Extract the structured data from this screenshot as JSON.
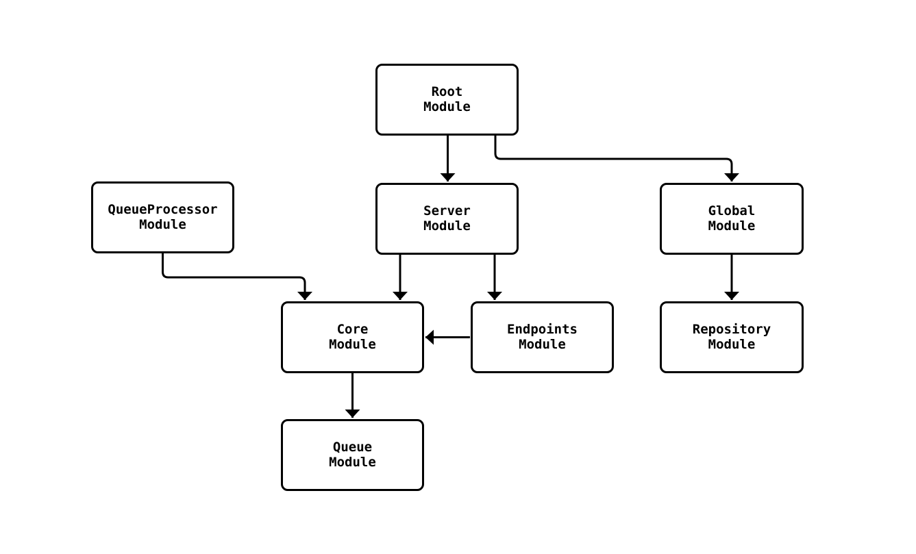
{
  "diagram": {
    "type": "module-dependency-graph",
    "colors": {
      "background": "#ffffff",
      "node_fill": "#ffffff",
      "stroke": "#000000",
      "text": "#000000"
    },
    "nodes": {
      "root": {
        "label": "Root\nModule"
      },
      "queueprocessor": {
        "label": "QueueProcessor\nModule"
      },
      "server": {
        "label": "Server\nModule"
      },
      "global": {
        "label": "Global\nModule"
      },
      "core": {
        "label": "Core\nModule"
      },
      "endpoints": {
        "label": "Endpoints\nModule"
      },
      "repository": {
        "label": "Repository\nModule"
      },
      "queue": {
        "label": "Queue\nModule"
      }
    },
    "edges": [
      {
        "from": "Root Module",
        "to": "Server Module"
      },
      {
        "from": "Root Module",
        "to": "Global Module"
      },
      {
        "from": "QueueProcessor Module",
        "to": "Core Module"
      },
      {
        "from": "Server Module",
        "to": "Core Module"
      },
      {
        "from": "Server Module",
        "to": "Endpoints Module"
      },
      {
        "from": "Endpoints Module",
        "to": "Core Module"
      },
      {
        "from": "Core Module",
        "to": "Queue Module"
      },
      {
        "from": "Global Module",
        "to": "Repository Module"
      }
    ]
  }
}
